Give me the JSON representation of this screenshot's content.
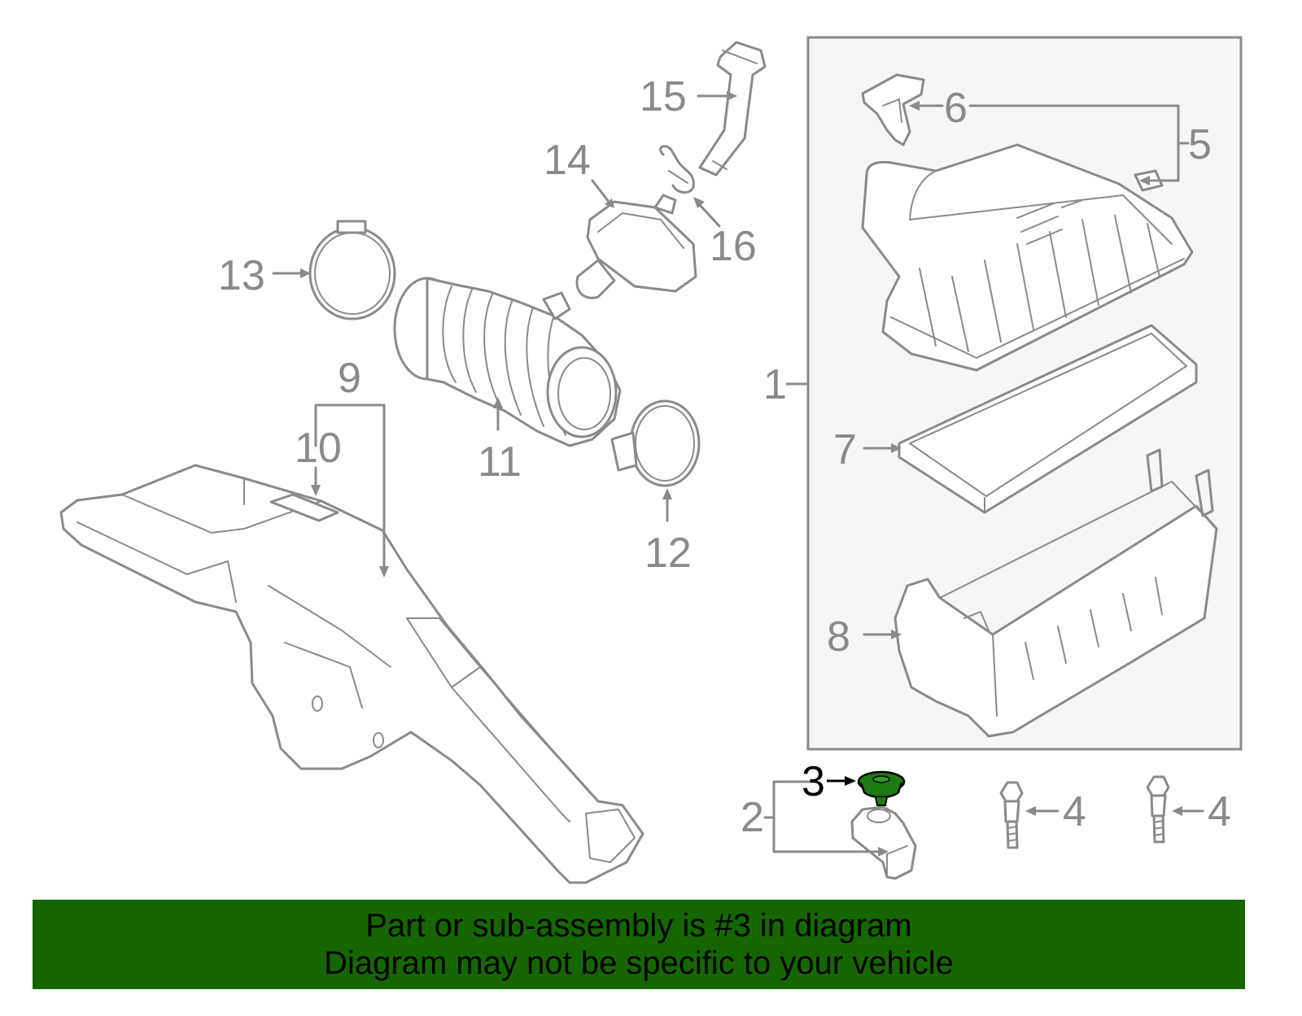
{
  "callouts": {
    "c1": "1",
    "c2": "2",
    "c3": "3",
    "c4a": "4",
    "c4b": "4",
    "c5": "5",
    "c6": "6",
    "c7": "7",
    "c8": "8",
    "c9": "9",
    "c10": "10",
    "c11": "11",
    "c12": "12",
    "c13": "13",
    "c14": "14",
    "c15": "15",
    "c16": "16"
  },
  "highlight_part": "3",
  "colors": {
    "line": "#8a8a8a",
    "highlight": "#1e7a14",
    "banner_bg": "#166600",
    "banner_text": "#000000",
    "assembly_box_bg": "#f6f6f6"
  },
  "banner": {
    "line1": "Part or sub-assembly is #3 in diagram",
    "line2": "Diagram may not be specific to your vehicle"
  }
}
